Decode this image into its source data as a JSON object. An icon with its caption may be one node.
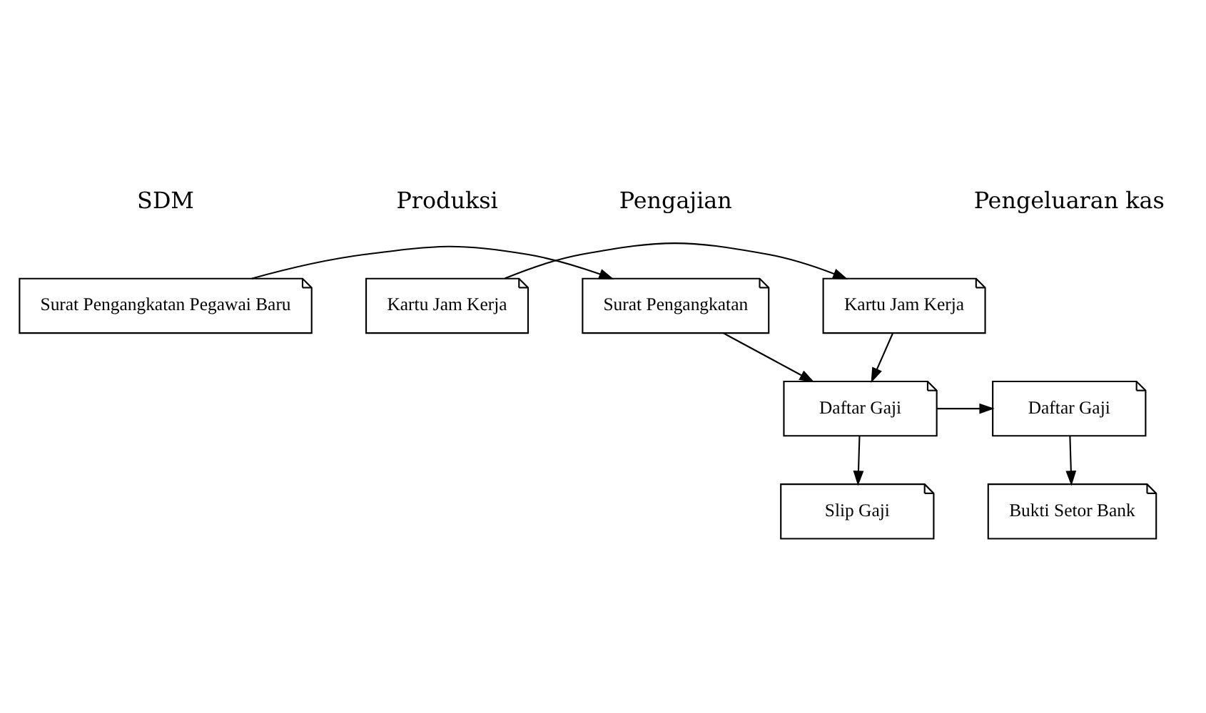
{
  "diagram": {
    "nodes": [
      {
        "text": [
          "Surat Pengangkatan Pegawai Baru"
        ]
      },
      {
        "text": [
          "Surat Pengangkatan"
        ]
      },
      {
        "text": [
          "Kartu Jam Kerja"
        ]
      },
      {
        "text": [
          "Kartu Jam Kerja"
        ]
      },
      {
        "text": [
          "Daftar Gaji"
        ]
      },
      {
        "text": [
          "Daftar Gaji"
        ]
      },
      {
        "text": [
          "Slip Gaji"
        ]
      },
      {
        "text": [
          "Bukti Setor Bank"
        ]
      }
    ],
    "edges": [
      {
        "from": 0,
        "to": 1,
        "arrow": "to"
      },
      {
        "from": 2,
        "to": 3,
        "arrow": "to"
      },
      {
        "from": 1,
        "to": 4,
        "arrow": "to"
      },
      {
        "from": 3,
        "to": 4,
        "arrow": "to"
      },
      {
        "from": 4,
        "to": 5,
        "arrow": "to"
      },
      {
        "from": 4,
        "to": 6,
        "arrow": "to"
      },
      {
        "from": 5,
        "to": 7,
        "arrow": "to"
      }
    ],
    "labels": [
      "SDM",
      "Produksi",
      "Pengajian",
      "Pengeluaran kas"
    ]
  }
}
